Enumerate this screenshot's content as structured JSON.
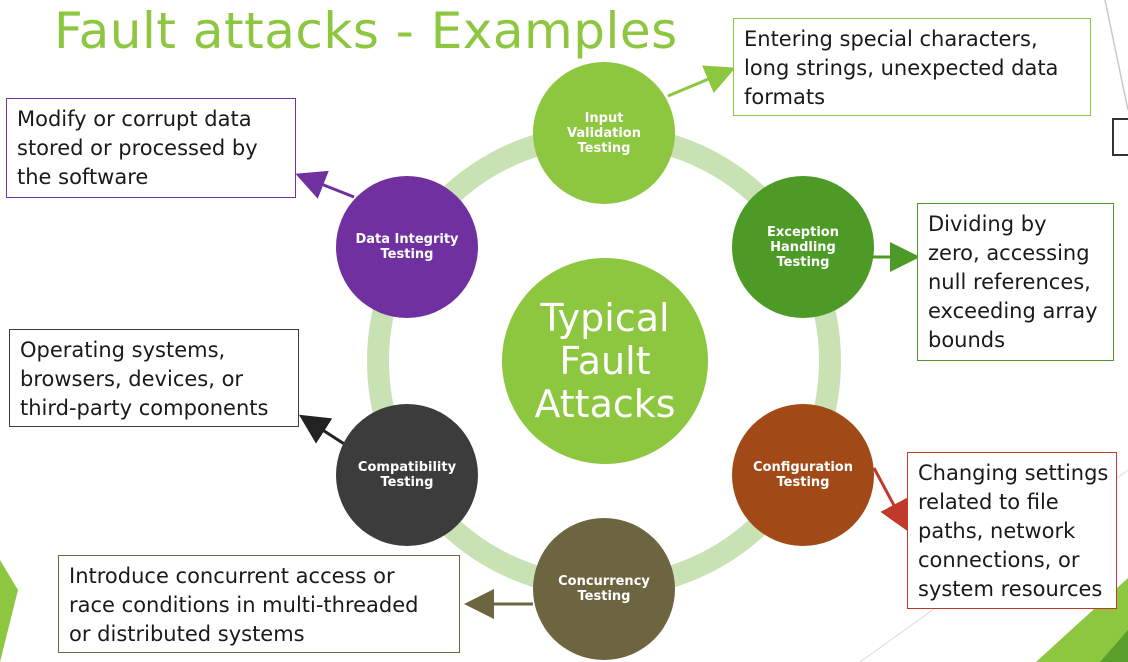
{
  "slide": {
    "title": "Fault attacks - Examples"
  },
  "diagram": {
    "center_label_lines": [
      "Typical",
      "Fault",
      "Attacks"
    ],
    "nodes": {
      "input_validation": {
        "lines": [
          "Input",
          "Validation",
          "Testing"
        ],
        "color": "#8dc63f"
      },
      "exception_handling": {
        "lines": [
          "Exception",
          "Handling",
          "Testing"
        ],
        "color": "#4e9a26"
      },
      "configuration": {
        "lines": [
          "Configuration",
          "Testing"
        ],
        "color": "#a14a17"
      },
      "concurrency": {
        "lines": [
          "Concurrency",
          "Testing"
        ],
        "color": "#6d6440"
      },
      "compatibility": {
        "lines": [
          "Compatibility",
          "Testing"
        ],
        "color": "#3c3c3c"
      },
      "data_integrity": {
        "lines": [
          "Data Integrity",
          "Testing"
        ],
        "color": "#7030a0"
      }
    },
    "callouts": {
      "input_validation": {
        "lines": [
          "Entering special characters,",
          "long strings, unexpected data",
          "formats"
        ],
        "border_color": "#8dc63f"
      },
      "exception_handling": {
        "lines": [
          "Dividing by",
          "zero, accessing",
          "null references,",
          "exceeding array",
          "bounds"
        ],
        "border_color": "#4e9a26"
      },
      "configuration": {
        "lines": [
          "Changing settings",
          "related to file",
          "paths, network",
          "connections, or",
          "system resources"
        ],
        "border_color": "#c0392b"
      },
      "concurrency": {
        "lines": [
          "Introduce concurrent access or",
          "race conditions in multi-threaded",
          "or distributed systems"
        ],
        "border_color": "#6d6440"
      },
      "compatibility": {
        "lines": [
          "Operating systems,",
          "browsers, devices, or",
          "third-party components"
        ],
        "border_color": "#3c3c3c"
      },
      "data_integrity": {
        "lines": [
          "Modify or corrupt data",
          "stored or processed by",
          "the software"
        ],
        "border_color": "#7030a0"
      }
    },
    "ring_color": "#c9e2b4"
  }
}
